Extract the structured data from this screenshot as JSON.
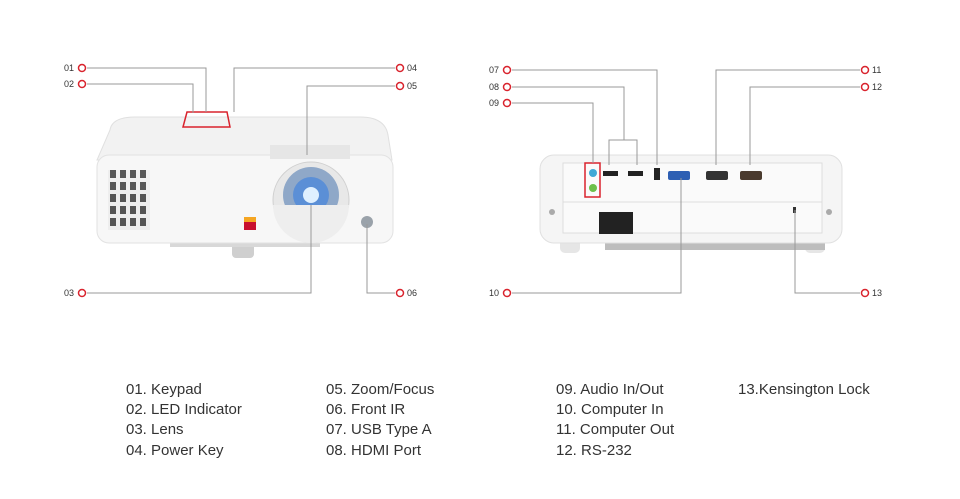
{
  "callouts": {
    "c01": "01",
    "c02": "02",
    "c03": "03",
    "c04": "04",
    "c05": "05",
    "c06": "06",
    "c07": "07",
    "c08": "08",
    "c09": "09",
    "c10": "10",
    "c11": "11",
    "c12": "12",
    "c13": "13"
  },
  "legend": [
    [
      "01. Keypad",
      "02. LED Indicator",
      "03. Lens",
      "04. Power Key"
    ],
    [
      "05. Zoom/Focus",
      "06. Front IR",
      "07. USB Type A",
      "08. HDMI Port"
    ],
    [
      "09. Audio In/Out",
      "10. Computer In",
      "11. Computer Out",
      "12. RS-232"
    ],
    [
      "13.Kensington Lock"
    ]
  ],
  "colors": {
    "accent": "#d9232d",
    "line": "#999999",
    "text": "#333333"
  }
}
